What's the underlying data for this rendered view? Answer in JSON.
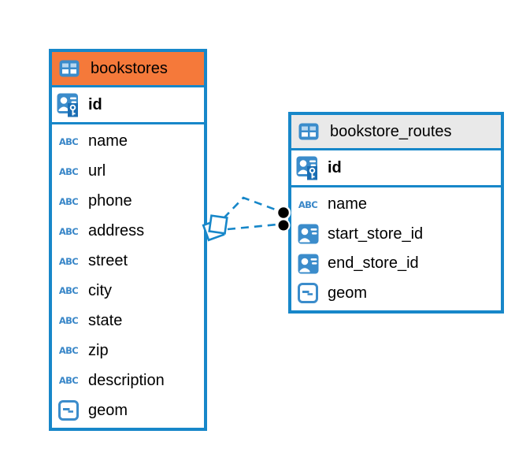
{
  "icon_labels": {
    "text": "ABC"
  },
  "colors": {
    "table_border": "#1787c9",
    "relationship_line": "#1787c9",
    "bookstores_header": "#f5793a",
    "bookstore_routes_header": "#e9e9e9",
    "icon_blue": "#3b8ccb",
    "key_tab_blue": "#1a6db3",
    "endpoint_dot": "#000000"
  },
  "tables": [
    {
      "title": "bookstores",
      "primary_key": "id",
      "columns": [
        "name",
        "url",
        "phone",
        "address",
        "street",
        "city",
        "state",
        "zip",
        "description",
        "geom"
      ],
      "column_types": [
        "text",
        "text",
        "text",
        "text",
        "text",
        "text",
        "text",
        "text",
        "text",
        "geometry"
      ]
    },
    {
      "title": "bookstore_routes",
      "primary_key": "id",
      "columns": [
        "name",
        "start_store_id",
        "end_store_id",
        "geom"
      ],
      "column_types": [
        "text",
        "reference",
        "reference",
        "geometry"
      ]
    }
  ],
  "relationships": {
    "count": 2,
    "style": "dashed",
    "left_end_marker": "two overlapping tilted squares",
    "right_end_marker": "two overlapping black dots"
  }
}
